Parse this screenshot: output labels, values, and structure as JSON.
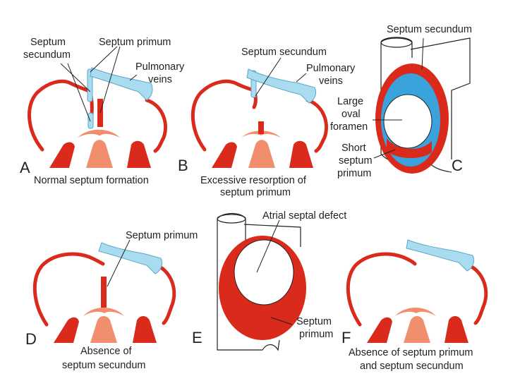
{
  "panels": {
    "A": {
      "letter": "A",
      "caption": "Normal septum formation",
      "labels": {
        "septum_secundum_1": "Septum",
        "septum_secundum_2": "secundum",
        "septum_primum": "Septum primum",
        "pulmonary_1": "Pulmonary",
        "pulmonary_2": "veins"
      }
    },
    "B": {
      "letter": "B",
      "caption_1": "Excessive resorption of",
      "caption_2": "septum primum",
      "labels": {
        "septum_secundum": "Septum secundum",
        "pulmonary_1": "Pulmonary",
        "pulmonary_2": "veins"
      }
    },
    "C": {
      "letter": "C",
      "labels": {
        "septum_secundum": "Septum secundum",
        "large_1": "Large",
        "large_2": "oval",
        "large_3": "foramen",
        "short_1": "Short",
        "short_2": "septum",
        "short_3": "primum"
      }
    },
    "D": {
      "letter": "D",
      "caption_1": "Absence of",
      "caption_2": "septum secundum",
      "labels": {
        "septum_primum": "Septum primum"
      }
    },
    "E": {
      "letter": "E",
      "labels": {
        "asd": "Atrial septal defect",
        "septum_1": "Septum",
        "septum_2": "primum"
      }
    },
    "F": {
      "letter": "F",
      "caption_1": "Absence of septum primum",
      "caption_2": "and septum secundum"
    }
  },
  "colors": {
    "tissue_red": "#d92a1c",
    "tissue_salmon": "#f08e6e",
    "vein_blue": "#a9dcef"
  }
}
